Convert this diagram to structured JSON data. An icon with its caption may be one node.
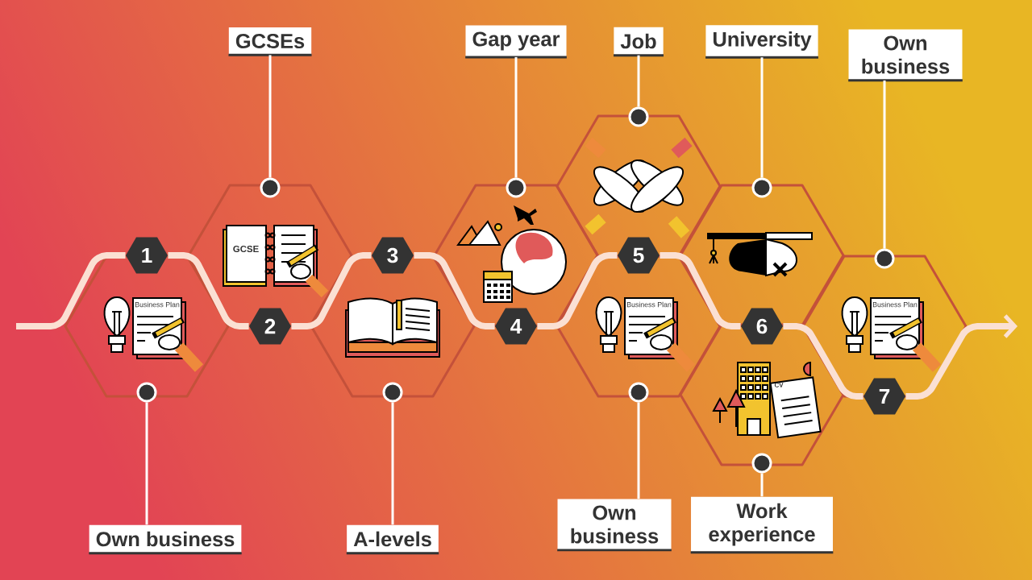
{
  "diagram": {
    "nodes": [
      {
        "text": [
          "GCSEs"
        ]
      },
      {
        "text": [
          "Gap year"
        ]
      },
      {
        "text": [
          "Job"
        ]
      },
      {
        "text": [
          "University"
        ]
      },
      {
        "text": [
          "Own business"
        ]
      },
      {
        "text": [
          "Own business"
        ]
      },
      {
        "text": [
          "A-levels"
        ]
      },
      {
        "text": [
          "Own business"
        ]
      },
      {
        "text": [
          "Work experience"
        ]
      },
      {
        "text": [
          "1"
        ]
      },
      {
        "text": [
          "2"
        ]
      },
      {
        "text": [
          "3"
        ]
      },
      {
        "text": [
          "4"
        ]
      },
      {
        "text": [
          "5"
        ]
      },
      {
        "text": [
          "6"
        ]
      },
      {
        "text": [
          "7"
        ]
      },
      {
        "text": [],
        "shape": "circle"
      },
      {
        "text": [],
        "shape": "circle"
      },
      {
        "text": [],
        "shape": "circle"
      },
      {
        "text": [],
        "shape": "circle"
      },
      {
        "text": [],
        "shape": "circle"
      },
      {
        "text": [],
        "shape": "circle"
      },
      {
        "text": [],
        "shape": "circle"
      },
      {
        "text": [],
        "shape": "circle"
      },
      {
        "text": [],
        "shape": "circle"
      }
    ],
    "edges": [
      {
        "from": 0,
        "to": 16,
        "arrow": "none"
      },
      {
        "from": 1,
        "to": 17,
        "arrow": "none"
      },
      {
        "from": 2,
        "to": 18,
        "arrow": "none"
      },
      {
        "from": 3,
        "to": 19,
        "arrow": "none"
      },
      {
        "from": 4,
        "to": 20,
        "arrow": "none"
      },
      {
        "from": 5,
        "to": 21,
        "arrow": "none"
      },
      {
        "from": 6,
        "to": 22,
        "arrow": "none"
      },
      {
        "from": 7,
        "to": 23,
        "arrow": "none"
      },
      {
        "from": 8,
        "to": 24,
        "arrow": "none"
      },
      {
        "from": null,
        "to": 9,
        "arrow": "none",
        "style": "thick"
      },
      {
        "from": 9,
        "to": 10,
        "arrow": "none",
        "style": "thick"
      },
      {
        "from": 10,
        "to": 11,
        "arrow": "none",
        "style": "thick"
      },
      {
        "from": 11,
        "to": 12,
        "arrow": "none",
        "style": "thick"
      },
      {
        "from": 12,
        "to": 13,
        "arrow": "none",
        "style": "thick"
      },
      {
        "from": 13,
        "to": 14,
        "arrow": "none",
        "style": "thick"
      },
      {
        "from": 14,
        "to": 15,
        "arrow": "none",
        "style": "thick"
      },
      {
        "from": 15,
        "to": null,
        "arrow": "to",
        "style": "thick"
      }
    ],
    "labels": [
      "GCSE",
      "Business Plan",
      "Business Plan",
      "Business Plan",
      "CV"
    ]
  }
}
